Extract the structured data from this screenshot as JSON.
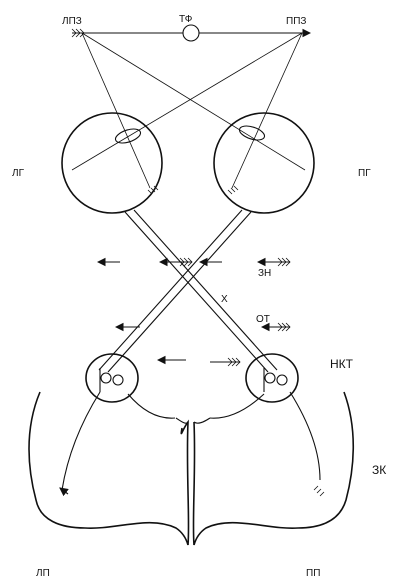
{
  "labels": {
    "left_visual_field": "ЛПЗ",
    "right_visual_field": "ППЗ",
    "fixation_point": "ТФ",
    "left_eye": "ЛГ",
    "right_eye": "ПГ",
    "optic_nerve": "ЗН",
    "chiasm": "Х",
    "optic_tract": "ОТ",
    "lgn": "НКТ",
    "visual_cortex": "ЗК",
    "left_hemisphere": "ЛП",
    "right_hemisphere": "ПП"
  }
}
